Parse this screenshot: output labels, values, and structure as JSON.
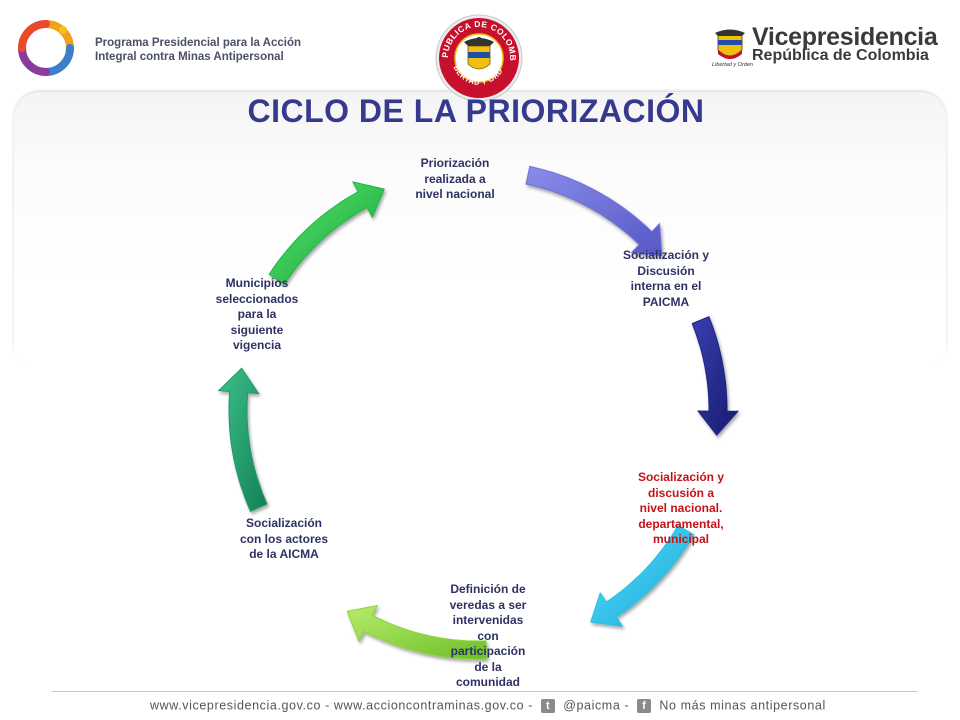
{
  "header": {
    "program_line1": "Programa Presidencial para la Acción",
    "program_line2": "Integral contra Minas Antipersonal",
    "seal_text": "REPUBLICA DE COLOMBIA",
    "seal_motto": "LIBERTAD Y ORDEN",
    "vp_title": "Vicepresidencia",
    "vp_subtitle": "República de Colombia",
    "vp_small": "Libertad y Orden"
  },
  "title": "CICLO DE LA PRIORIZACIÓN",
  "cycle": {
    "nodes": [
      {
        "text": "Priorización realizada a nivel nacional",
        "lines": [
          "Priorización",
          "realizada a",
          "nivel nacional"
        ]
      },
      {
        "text": "Socialización y Discusión interna en el PAICMA",
        "lines": [
          "Socialización y",
          "Discusión",
          "interna en el",
          "PAICMA"
        ]
      },
      {
        "text": "Socialización y discusión a nivel nacional. departamental, municipal",
        "lines": [
          "Socialización y",
          "discusión a",
          "nivel nacional.",
          "departamental,",
          "municipal"
        ]
      },
      {
        "text": "Definición de veredas a ser intervenidas con participación de la comunidad",
        "lines": [
          "Definición de",
          "veredas a ser",
          "intervenidas",
          "con",
          "participación",
          "de la",
          "comunidad"
        ]
      },
      {
        "text": "Socialización con los actores de la AICMA",
        "lines": [
          "Socialización",
          "con los actores",
          "de la AICMA"
        ]
      },
      {
        "text": "Municipios seleccionados para la siguiente vigencia",
        "lines": [
          "Municipios",
          "seleccionados",
          "para la",
          "siguiente",
          "vigencia"
        ]
      }
    ],
    "arrow_colors": [
      "#6f70d6",
      "#1f2487",
      "#1ec4ea",
      "#8cd23b",
      "#1f9a6c",
      "#19b845"
    ]
  },
  "footer": {
    "site1": "www.vicepresidencia.gov.co",
    "sep": "-",
    "site2": "www.accioncontraminas.gov.co",
    "twitter": "@paicma",
    "facebook": "No más minas antipersonal",
    "twitter_icon": "twitter-icon",
    "facebook_icon": "facebook-icon"
  }
}
